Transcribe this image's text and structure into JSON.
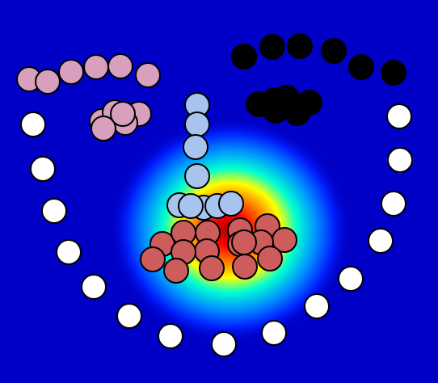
{
  "background_color": "#0000c6",
  "heatmap": {
    "colormap": "jet",
    "peak_color": "#cc0000",
    "edge_color": "#0000c6"
  },
  "groups": [
    {
      "name": "pink-chain",
      "color": "#d8a0be",
      "count": 6
    },
    {
      "name": "pink-cluster",
      "color": "#d8a0be",
      "count": 6
    },
    {
      "name": "black-arc",
      "color": "#000000",
      "count": 7
    },
    {
      "name": "black-cluster",
      "color": "#000000",
      "count": 7
    },
    {
      "name": "white-ring",
      "color": "#ffffff",
      "count": 19
    },
    {
      "name": "blue-stem",
      "color": "#a8c4ee",
      "count": 9
    },
    {
      "name": "red-cluster",
      "color": "#cd5c5c",
      "count": 16
    }
  ]
}
